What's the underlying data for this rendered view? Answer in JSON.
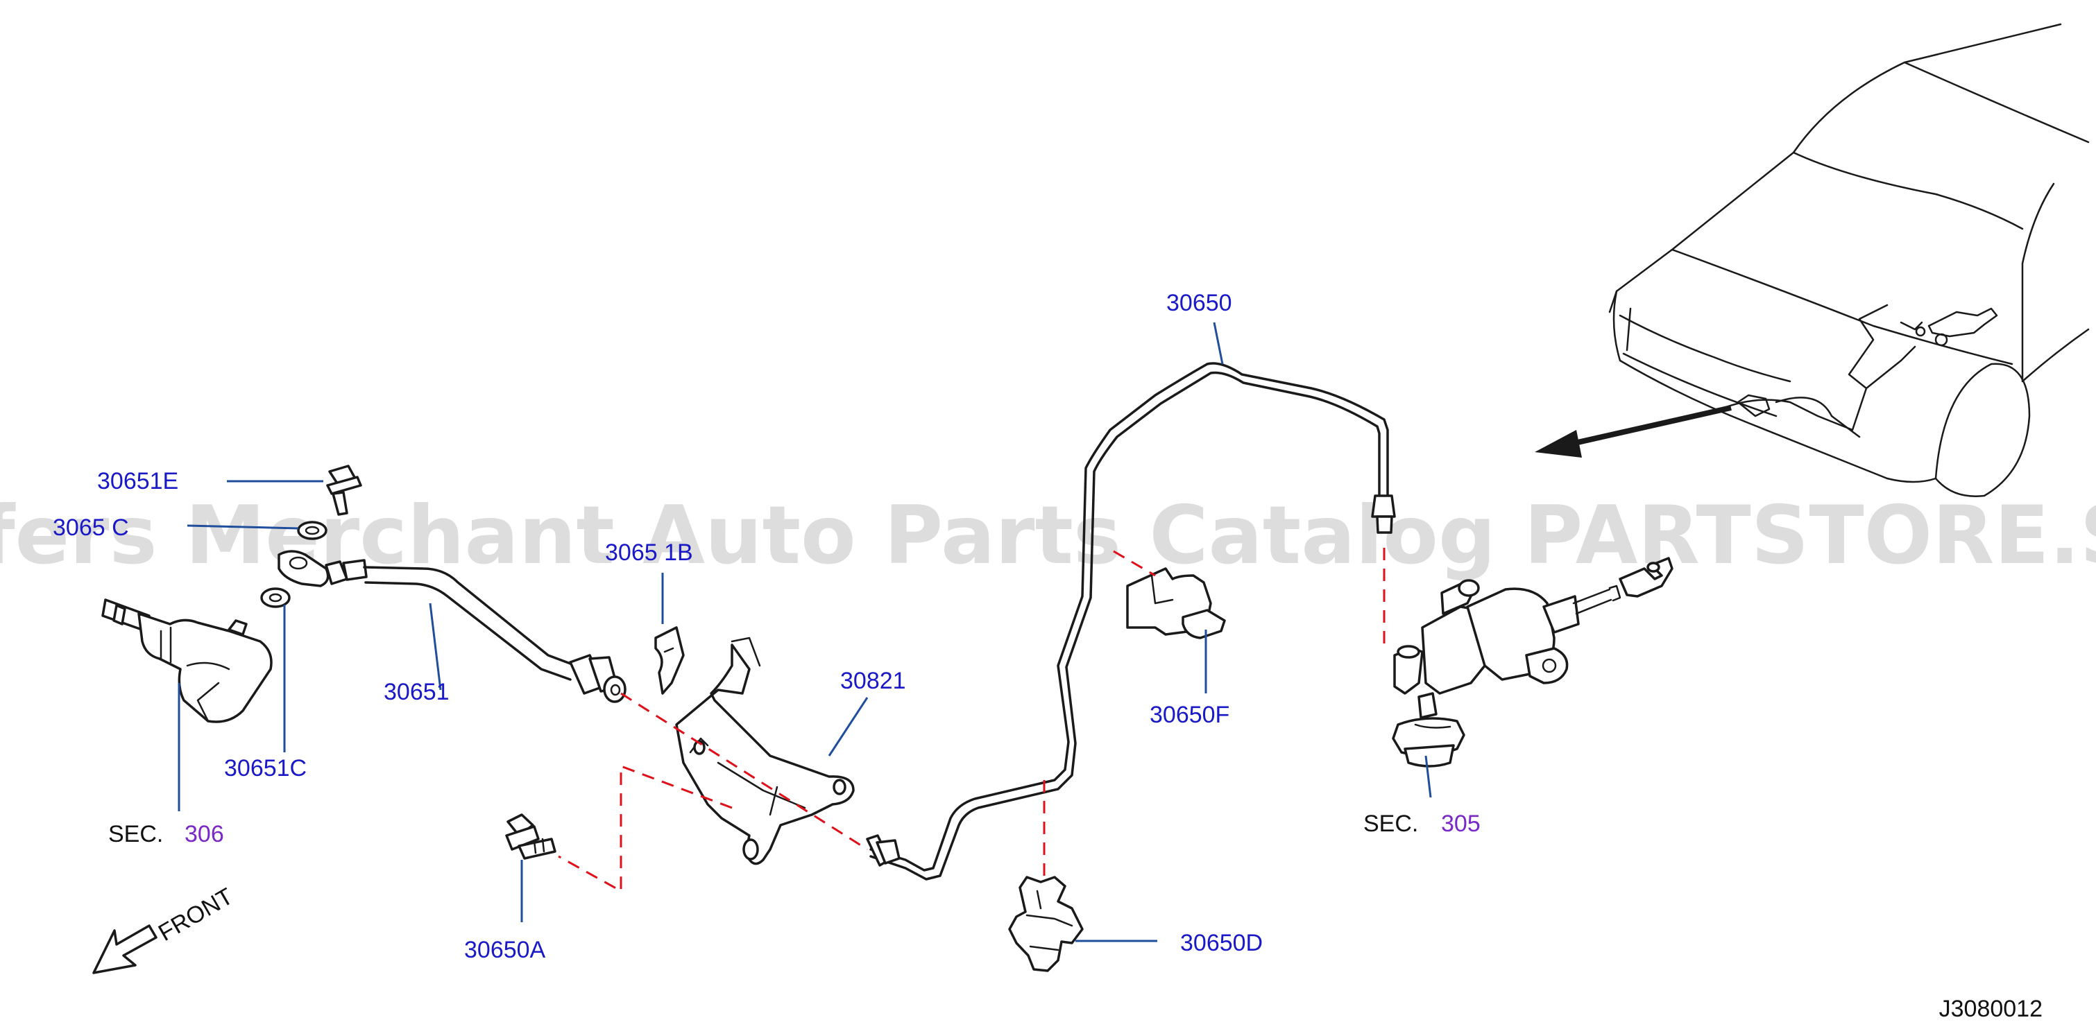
{
  "watermark": "Offers Merchant Auto Parts Catalog PARTSTORE.SA",
  "diagram_code": "J3080012",
  "front_label": "FRONT",
  "sections": [
    {
      "prefix": "SEC.",
      "number": "306"
    },
    {
      "prefix": "SEC.",
      "number": "305"
    }
  ],
  "parts": {
    "p30651E": "30651E",
    "p30651C_top": "3065 C",
    "p30651B": "3065 1B",
    "p30651": "30651",
    "p30651C": "30651C",
    "p30821": "30821",
    "p30650": "30650",
    "p30650F": "30650F",
    "p30650A": "30650A",
    "p30650D": "30650D"
  },
  "colors": {
    "part_label": "#1919c8",
    "section_link": "#7a28c8",
    "leader": "#1f4e9c",
    "hidden_line": "#e0101a"
  }
}
